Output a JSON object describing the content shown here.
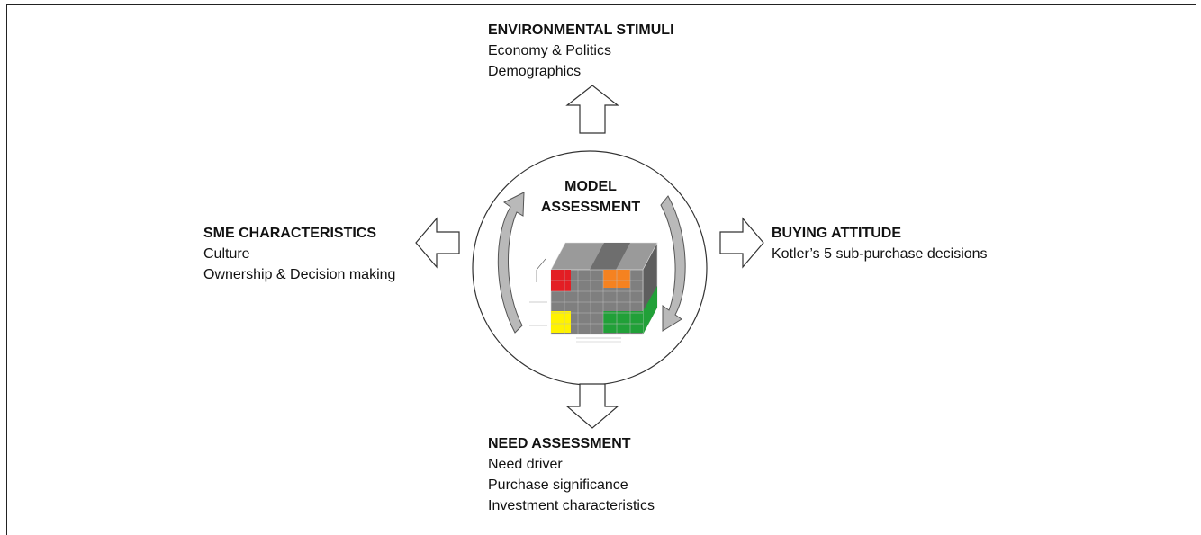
{
  "center": {
    "title_line1": "MODEL",
    "title_line2": "ASSESSMENT"
  },
  "environmental_stimuli": {
    "heading": "ENVIRONMENTAL STIMULI",
    "items": [
      "Economy & Politics",
      "Demographics"
    ]
  },
  "sme_characteristics": {
    "heading": "SME CHARACTERISTICS",
    "items": [
      "Culture",
      "Ownership & Decision making"
    ]
  },
  "buying_attitude": {
    "heading": "BUYING ATTITUDE",
    "items": [
      "Kotler’s 5 sub-purchase decisions"
    ]
  },
  "need_assessment": {
    "heading": "NEED ASSESSMENT",
    "items": [
      "Need driver",
      "Purchase significance",
      "Investment characteristics"
    ]
  },
  "colors": {
    "outline": "#333333",
    "curved_arrow_fill": "#b9b9b9",
    "cube_grey": "#7f7f7f",
    "cube_red": "#e31e24",
    "cube_orange": "#f58220",
    "cube_yellow": "#fff200",
    "cube_green": "#21a038"
  }
}
